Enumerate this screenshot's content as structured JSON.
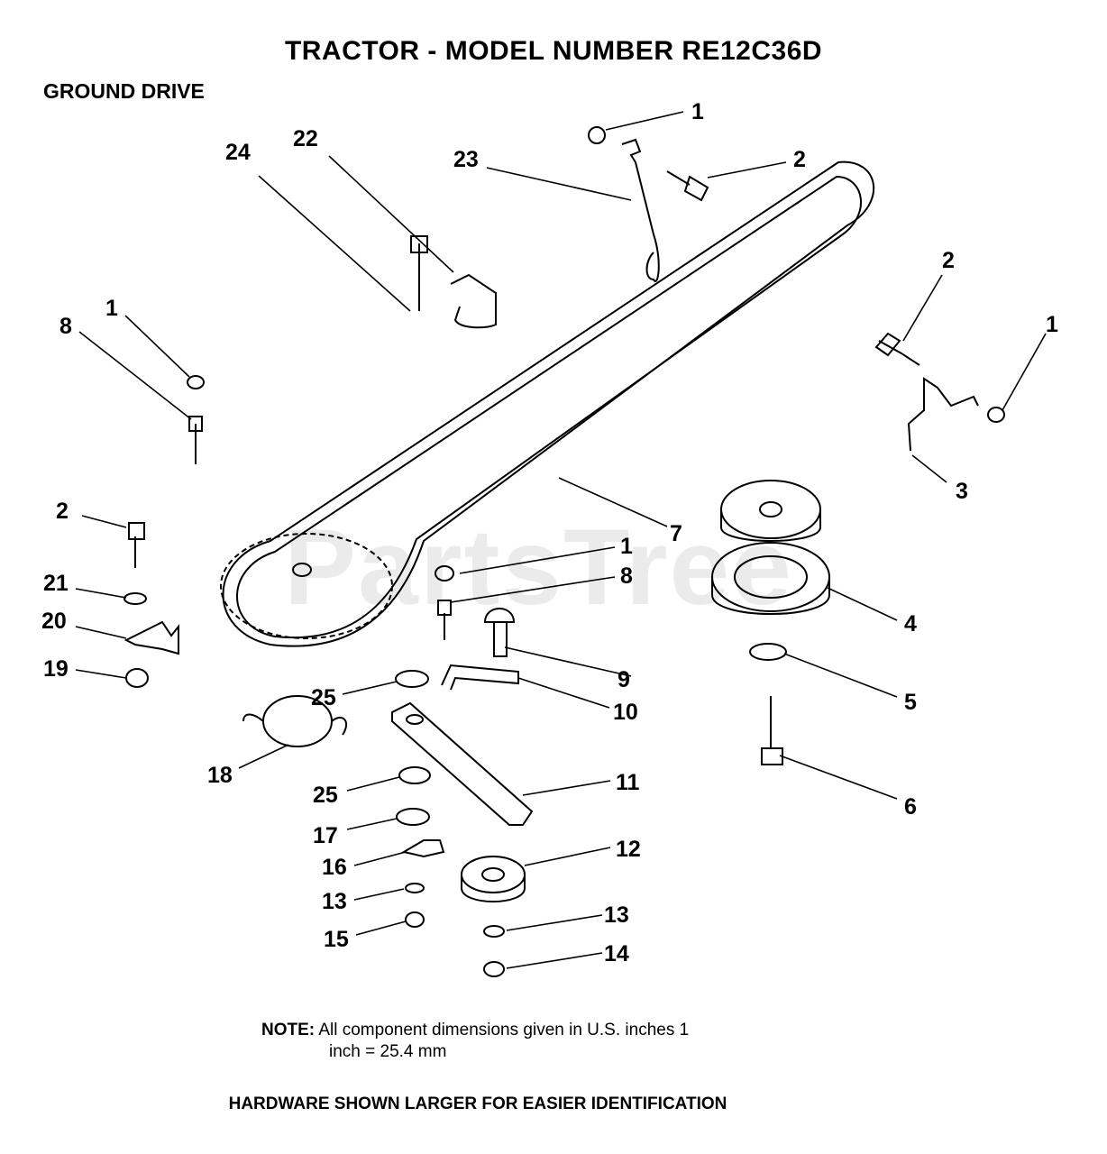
{
  "header": {
    "title": "TRACTOR   - MODEL NUMBER RE12C36D",
    "section": "GROUND DRIVE"
  },
  "watermark": "PartsTree",
  "note": {
    "label": "NOTE:",
    "text": "All component dimensions given in U.S. inches      1",
    "text2": "inch = 25.4 mm"
  },
  "footer": "HARDWARE SHOWN LARGER FOR EASIER IDENTIFICATION",
  "callouts": [
    {
      "num": "1"
    },
    {
      "num": "2"
    },
    {
      "num": "23"
    },
    {
      "num": "22"
    },
    {
      "num": "24"
    },
    {
      "num": "2"
    },
    {
      "num": "1"
    },
    {
      "num": "1"
    },
    {
      "num": "8"
    },
    {
      "num": "3"
    },
    {
      "num": "2"
    },
    {
      "num": "7"
    },
    {
      "num": "1"
    },
    {
      "num": "8"
    },
    {
      "num": "21"
    },
    {
      "num": "4"
    },
    {
      "num": "20"
    },
    {
      "num": "19"
    },
    {
      "num": "9"
    },
    {
      "num": "25"
    },
    {
      "num": "10"
    },
    {
      "num": "5"
    },
    {
      "num": "18"
    },
    {
      "num": "11"
    },
    {
      "num": "6"
    },
    {
      "num": "25"
    },
    {
      "num": "17"
    },
    {
      "num": "12"
    },
    {
      "num": "16"
    },
    {
      "num": "13"
    },
    {
      "num": "13"
    },
    {
      "num": "15"
    },
    {
      "num": "14"
    }
  ]
}
